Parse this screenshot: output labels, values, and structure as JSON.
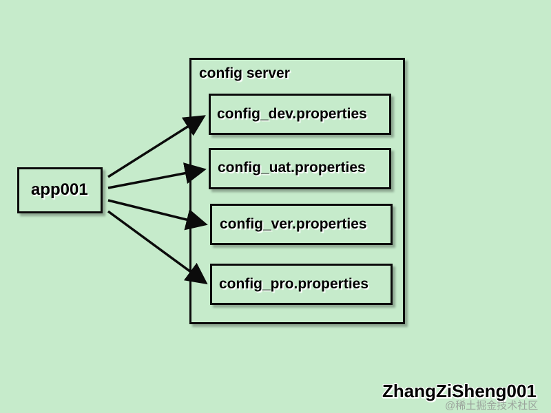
{
  "diagram": {
    "source_node": {
      "label": "app001"
    },
    "container": {
      "label": "config server"
    },
    "targets": [
      {
        "label": "config_dev.properties"
      },
      {
        "label": "config_uat.properties"
      },
      {
        "label": "config_ver.properties"
      },
      {
        "label": "config_pro.properties"
      }
    ]
  },
  "signature": "ZhangZiSheng001",
  "watermark": "@稀土掘金技术社区",
  "colors": {
    "background": "#c6ebcb",
    "stroke": "#0b0b0b"
  }
}
